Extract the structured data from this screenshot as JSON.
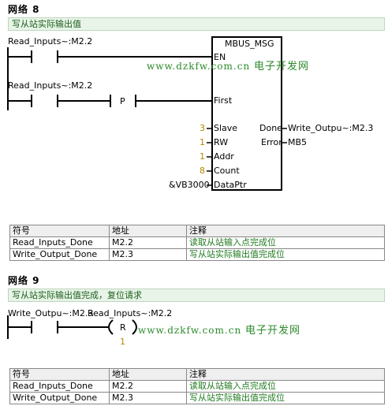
{
  "network8": {
    "title": "网络 8",
    "comment": "写从站实际输出值",
    "contact1_label": "Read_Inputs~:M2.2",
    "contact2_label": "Read_Inputs~:M2.2",
    "p_label": "P",
    "box": {
      "title": "MBUS_MSG",
      "en": "EN",
      "first": "First",
      "slave": "Slave",
      "rw": "RW",
      "addr": "Addr",
      "count": "Count",
      "dataptr": "DataPtr",
      "done": "Done",
      "error": "Error"
    },
    "inputs": {
      "slave": "3",
      "rw": "1",
      "addr": "1",
      "count": "8",
      "dataptr": "&VB3000"
    },
    "outputs": {
      "done": "Write_Outpu~:M2.3",
      "error": "MB5"
    },
    "symbol_table": {
      "headers": [
        "符号",
        "地址",
        "注释"
      ],
      "rows": [
        [
          "Read_Inputs_Done",
          "M2.2",
          "读取从站输入点完成位"
        ],
        [
          "Write_Output_Done",
          "M2.3",
          "写从站实际输出值完成位"
        ]
      ]
    }
  },
  "network9": {
    "title": "网络 9",
    "comment": "写从站实际输出值完成，复位请求",
    "contact1_label": "Write_Outpu~:M2.3",
    "coil_label": "Read_Inputs~:M2.2",
    "coil_type": "R",
    "coil_count": "1",
    "symbol_table": {
      "headers": [
        "符号",
        "地址",
        "注释"
      ],
      "rows": [
        [
          "Read_Inputs_Done",
          "M2.2",
          "读取从站输入点完成位"
        ],
        [
          "Write_Output_Done",
          "M2.3",
          "写从站实际输出值完成位"
        ]
      ]
    }
  },
  "watermark": {
    "url": "www.dzkfw.com.cn",
    "text": "电子开发网"
  },
  "colors": {
    "comment_bg": "#e8f4e8",
    "comment_text": "#1b5e1b",
    "param_number": "#b38a00",
    "watermark": "#2a8a2a"
  }
}
